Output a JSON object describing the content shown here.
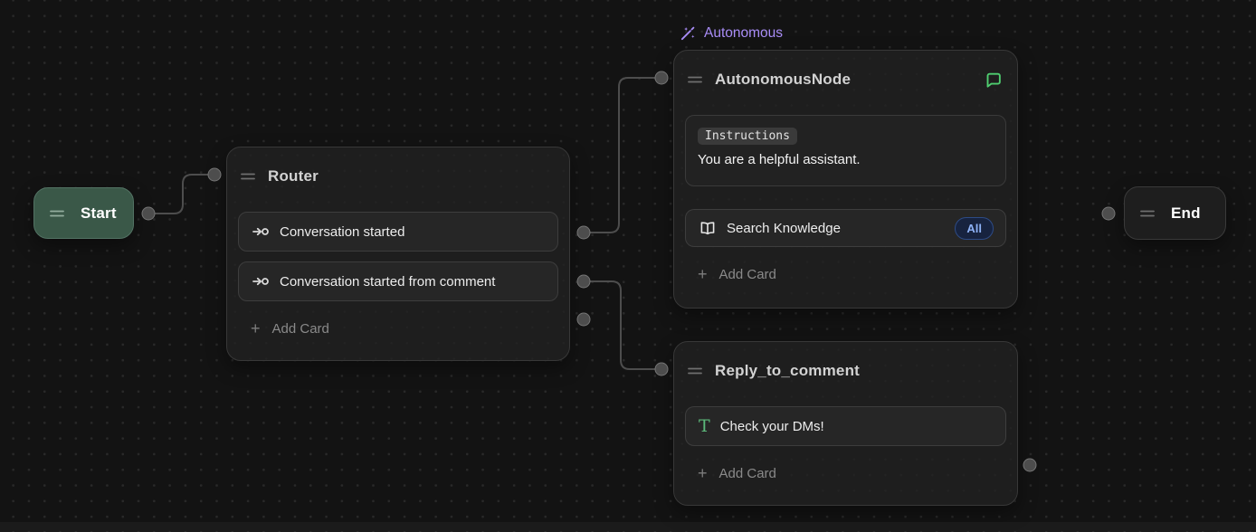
{
  "flow": {
    "start": {
      "label": "Start"
    },
    "router": {
      "title": "Router",
      "cards": [
        {
          "label": "Conversation started"
        },
        {
          "label": "Conversation started from comment"
        }
      ],
      "add_card": "Add Card"
    },
    "autonomous": {
      "tag": "Autonomous",
      "title": "AutonomousNode",
      "instructions": {
        "label": "Instructions",
        "value": "You are a helpful assistant."
      },
      "knowledge": {
        "label": "Search Knowledge",
        "badge": "All"
      },
      "add_card": "Add Card"
    },
    "reply": {
      "title": "Reply_to_comment",
      "card": {
        "label": "Check your DMs!"
      },
      "add_card": "Add Card"
    },
    "end": {
      "label": "End"
    },
    "plus_glyph": "+"
  },
  "colors": {
    "canvas_bg": "#131313",
    "grid_dot": "#292929",
    "node_bg": "#1e1e1e",
    "node_border": "#383838",
    "card_bg": "#262626",
    "card_border": "#3d3d3d",
    "edge": "#4d4d4d",
    "port_fill": "#4d4d4d",
    "port_border": "#757575",
    "start_bg": "#3a5848",
    "start_border": "#527263",
    "accent_purple": "#a98df7",
    "accent_green_comment": "#4fce70",
    "accent_green_text_icon": "#5cb87a",
    "badge_all_bg": "#17233f",
    "badge_all_border": "#2d4b86",
    "badge_all_text": "#8eb2f6",
    "title_text": "#d2d2d2",
    "muted_text": "#8a8a8a"
  }
}
